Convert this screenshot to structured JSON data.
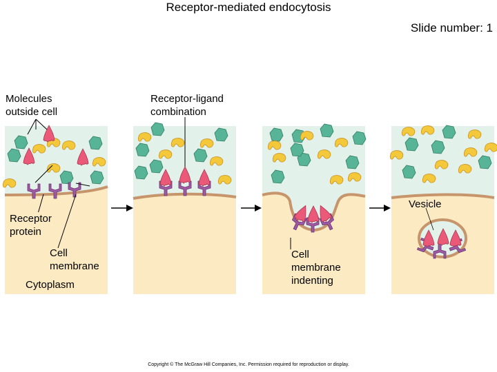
{
  "header": {
    "title": "Receptor-mediated endocytosis",
    "slide_number": "Slide number: 1"
  },
  "labels": {
    "molecules": "Molecules\noutside cell",
    "receptor_ligand": "Receptor-ligand\ncombination",
    "vesicle": "Vesicle",
    "receptor_protein": "Receptor\nprotein",
    "cell_membrane": "Cell\nmembrane",
    "cytoplasm": "Cytoplasm",
    "membrane_indenting": "Cell\nmembrane\nindenting"
  },
  "footer": {
    "copyright": "Copyright © The McGraw Hill Companies, Inc. Permission required for reproduction or display."
  },
  "colors": {
    "extracellular": "#e2f1e9",
    "cytoplasm": "#fcebc2",
    "membrane": "#c7956b",
    "receptor": "#9e5aa3",
    "ligand": "#ea5a78",
    "teal_molecule": "#58b497",
    "yellow_molecule": "#f3c83b"
  }
}
